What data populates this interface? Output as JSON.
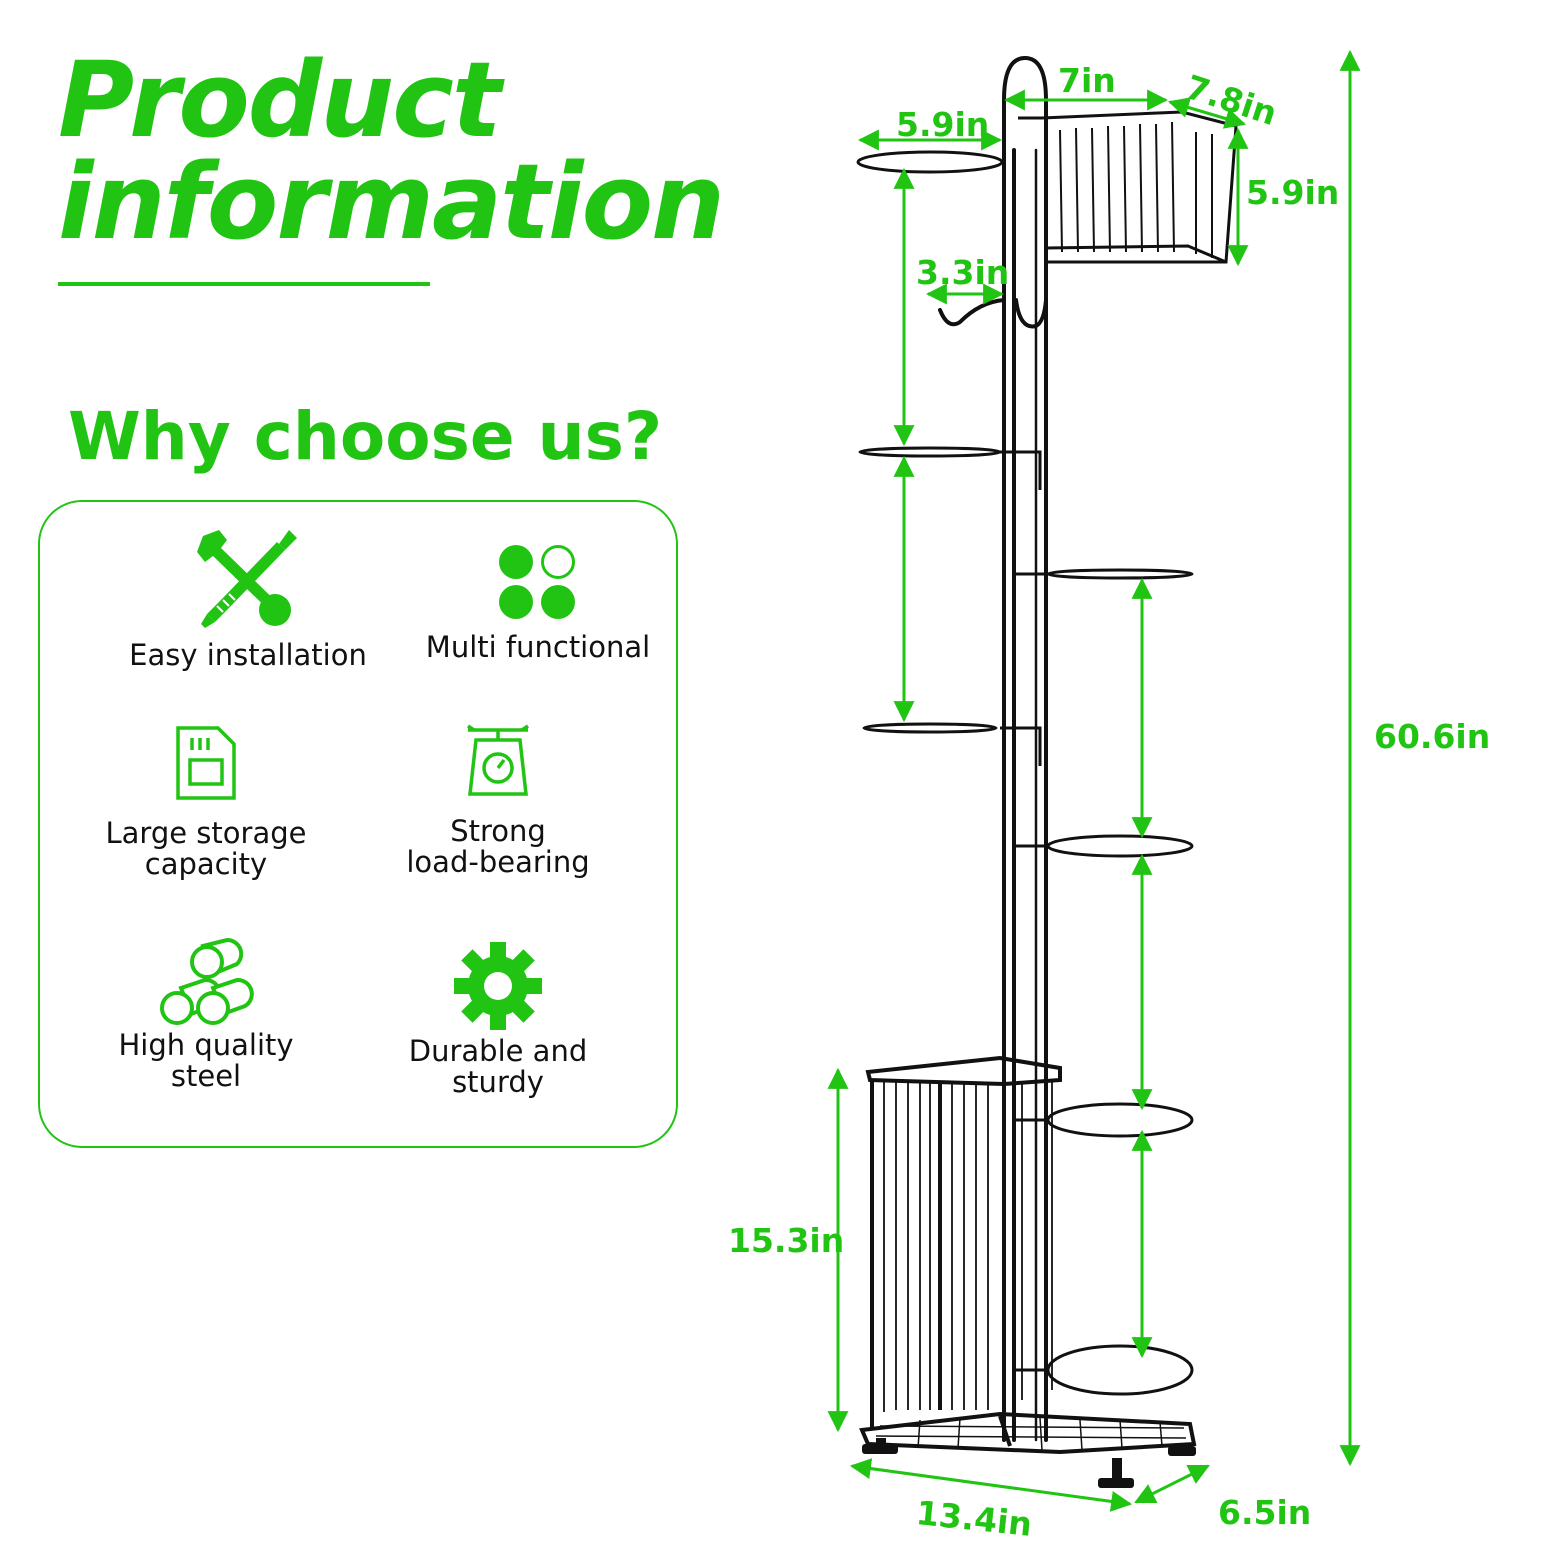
{
  "title": {
    "line1": "Product",
    "line2": "information"
  },
  "why_heading": "Why choose us?",
  "features": [
    {
      "label": "Easy installation",
      "icon": "wrench-screwdriver-icon"
    },
    {
      "label": "Multi functional",
      "icon": "circles-icon"
    },
    {
      "label": "Large storage\ncapacity",
      "icon": "storage-card-icon"
    },
    {
      "label": "Strong\nload-bearing",
      "icon": "scale-icon"
    },
    {
      "label": "High quality\nsteel",
      "icon": "steel-pipes-icon"
    },
    {
      "label": "Durable and\nsturdy",
      "icon": "gear-icon"
    }
  ],
  "dimensions": {
    "hook_ring_width": "5.9in",
    "basket_width": "7in",
    "basket_depth": "7.8in",
    "basket_height": "5.9in",
    "hook_length": "3.3in",
    "total_height": "60.6in",
    "bin_height": "15.3in",
    "base_length": "13.4in",
    "base_depth": "6.5in"
  },
  "colors": {
    "accent": "#22c414",
    "frame": "#111111"
  }
}
